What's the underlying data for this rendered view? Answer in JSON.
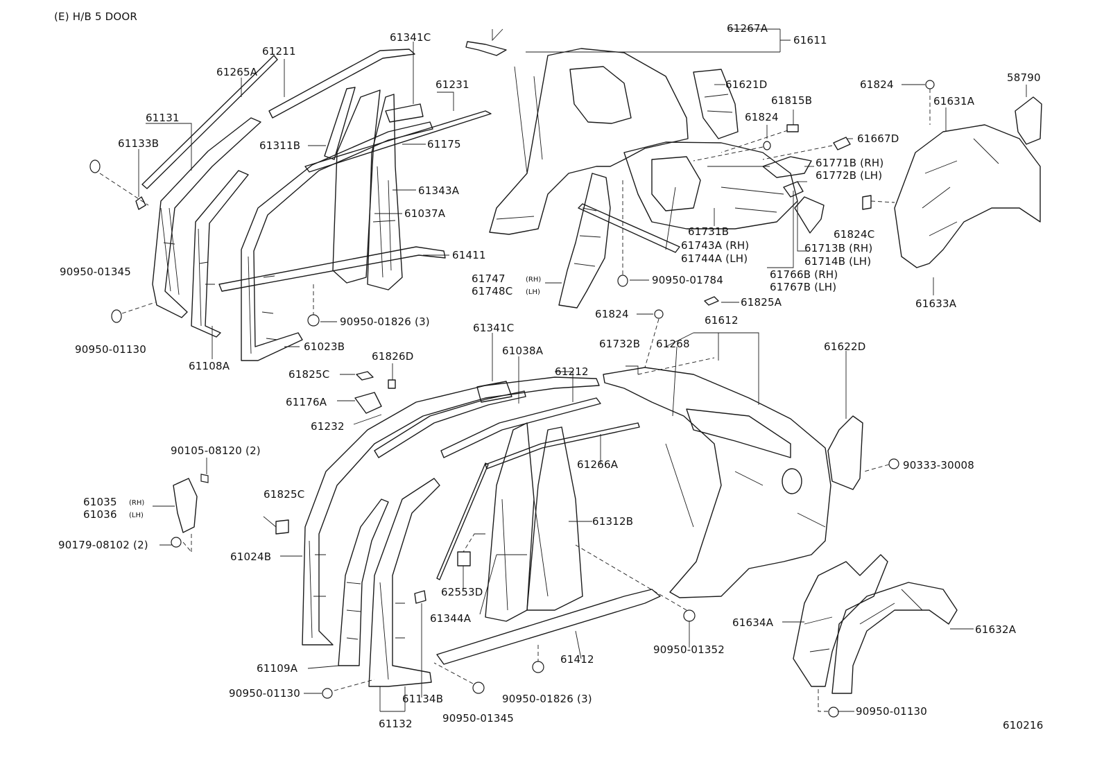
{
  "header": {
    "variant": "(E) H/B 5 DOOR"
  },
  "footer": {
    "diagram_code": "610216"
  },
  "labels": {
    "p61267A": "61267A",
    "p61611": "61611",
    "p61341C_top": "61341C",
    "p61211": "61211",
    "p61265A": "61265A",
    "p61231": "61231",
    "p61131": "61131",
    "p61133B": "61133B",
    "p61311B": "61311B",
    "p61175": "61175",
    "p61343A": "61343A",
    "p61037A": "61037A",
    "p61411": "61411",
    "p90950_01345_top": "90950-01345",
    "p90950_01130_top": "90950-01130",
    "p61108A": "61108A",
    "p61023B": "61023B",
    "p90950_01826_top": "90950-01826 (3)",
    "p61621D": "61621D",
    "p61824_a": "61824",
    "p61815B": "61815B",
    "p61667D": "61667D",
    "p61771B": "61771B (RH)",
    "p61772B": "61772B (LH)",
    "p61824_top": "61824",
    "p61631A": "61631A",
    "p58790": "58790",
    "p61824C": "61824C",
    "p61731B": "61731B",
    "p61743A": "61743A (RH)",
    "p61744A": "61744A (LH)",
    "p61713B": "61713B (RH)",
    "p61714B": "61714B (LH)",
    "p61766B": "61766B (RH)",
    "p61767B": "61767B (LH)",
    "p61747": "61747",
    "p61748C": "61748C",
    "rh_61747": "(RH)",
    "lh_61748C": "(LH)",
    "p90950_01784": "90950-01784",
    "p61825A": "61825A",
    "p61633A": "61633A",
    "p61824_b": "61824",
    "p61612": "61612",
    "p61732B": "61732B",
    "p61268": "61268",
    "p61622D": "61622D",
    "p61341C_mid": "61341C",
    "p61038A": "61038A",
    "p61212": "61212",
    "p61825C_top": "61825C",
    "p61826D": "61826D",
    "p61176A": "61176A",
    "p61232": "61232",
    "p61266A": "61266A",
    "p90105_08120": "90105-08120 (2)",
    "p61035": "61035",
    "p61036": "61036",
    "rh_61035": "(RH)",
    "lh_61036": "(LH)",
    "p90179_08102": "90179-08102 (2)",
    "p61825C_low": "61825C",
    "p61024B": "61024B",
    "p61312B": "61312B",
    "p62553D": "62553D",
    "p61344A": "61344A",
    "p90333_30008": "90333-30008",
    "p61634A": "61634A",
    "p61632A": "61632A",
    "p90950_01352": "90950-01352",
    "p61109A": "61109A",
    "p61412": "61412",
    "p90950_01130_low": "90950-01130",
    "p61134B": "61134B",
    "p90950_01826_low": "90950-01826 (3)",
    "p90950_01345_low": "90950-01345",
    "p61132": "61132",
    "p90950_01130_right": "90950-01130"
  }
}
